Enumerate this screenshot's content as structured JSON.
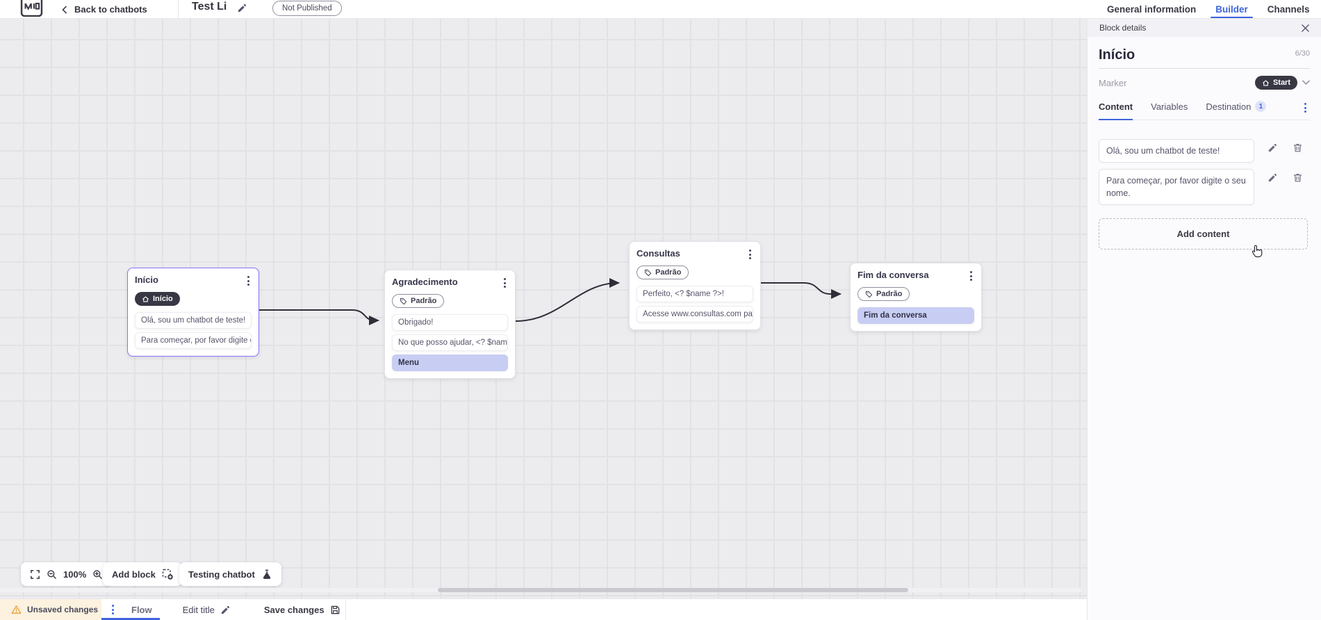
{
  "header": {
    "back_label": "Back to chatbots",
    "title": "Test Li",
    "status_badge": "Not Published",
    "tabs": [
      {
        "label": "General information"
      },
      {
        "label": "Builder"
      },
      {
        "label": "Channels"
      }
    ]
  },
  "panel": {
    "bar_title": "Block details",
    "block_title": "Início",
    "char_counter": "6/30",
    "marker_label": "Marker",
    "marker_value": "Start",
    "tabs": [
      {
        "label": "Content"
      },
      {
        "label": "Variables"
      },
      {
        "label": "Destination",
        "badge": "1"
      }
    ],
    "contents": [
      {
        "text": "Olá, sou um chatbot de teste!"
      },
      {
        "text": "Para começar, por favor digite o seu nome."
      }
    ],
    "add_content_label": "Add content"
  },
  "canvas": {
    "nodes": [
      {
        "title": "Início",
        "marker_label": "Início",
        "items": [
          {
            "text": "Olá, sou um chatbot de teste!"
          },
          {
            "text": "Para começar, por favor digite o ..."
          }
        ]
      },
      {
        "title": "Agradecimento",
        "marker_label": "Padrão",
        "items": [
          {
            "text": "Obrigado!"
          },
          {
            "text": "No que posso ajudar, <? $name ..."
          },
          {
            "text": "Menu"
          }
        ]
      },
      {
        "title": "Consultas",
        "marker_label": "Padrão",
        "items": [
          {
            "text": "Perfeito, <? $name ?>!"
          },
          {
            "text": "Acesse www.consultas.com par..."
          }
        ]
      },
      {
        "title": "Fim da conversa",
        "marker_label": "Padrão",
        "items": [
          {
            "text": "Fim da conversa"
          }
        ]
      }
    ],
    "zoom_level": "100%",
    "add_block_label": "Add block",
    "testing_label": "Testing chatbot"
  },
  "footer": {
    "unsaved_label": "Unsaved changes",
    "flow_tab": "Flow",
    "edit_title_label": "Edit title",
    "save_label": "Save changes"
  },
  "colors": {
    "accent": "#3e63dd",
    "selected": "#8474f4",
    "pill-dark": "#383844",
    "hl": "#c8cdf3",
    "wire": "#2e2e38",
    "warning": "#e8a43d",
    "cream": "#fcf2df"
  }
}
